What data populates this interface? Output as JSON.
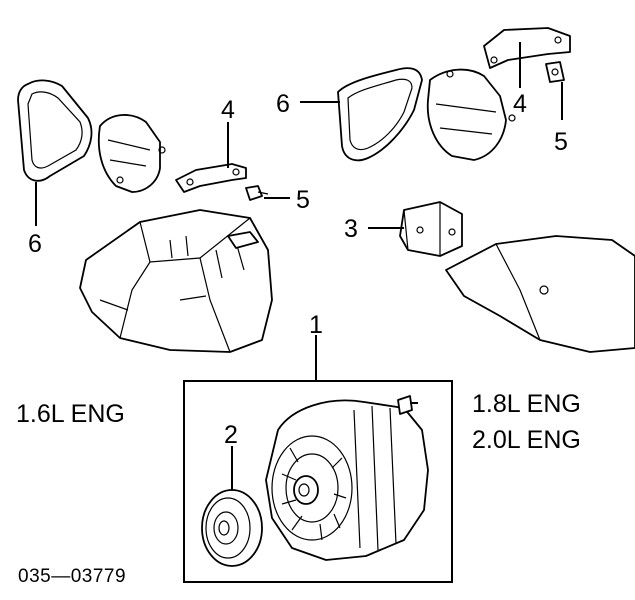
{
  "diagram": {
    "engine_labels": {
      "left": "1.6L ENG",
      "right_line1": "1.8L ENG",
      "right_line2": "2.0L ENG"
    },
    "part_number": "035—03779",
    "callouts": {
      "alternator": "1",
      "pulley": "2",
      "bracket_right": "3",
      "bracket_left_4": "4",
      "bracket_right_4": "4",
      "bolt_left_5": "5",
      "bolt_right_5": "5",
      "belt_left_6": "6",
      "belt_right_6": "6"
    }
  }
}
